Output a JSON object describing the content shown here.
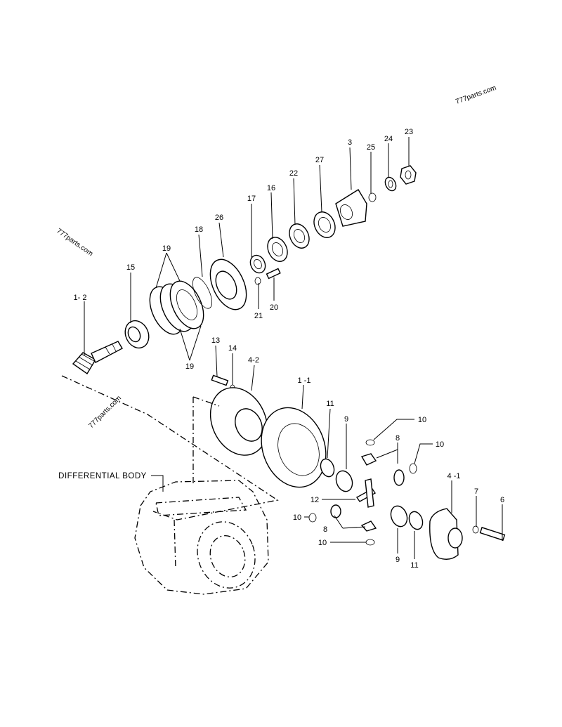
{
  "watermarks": [
    "777parts.com",
    "777parts.com",
    "777parts.com"
  ],
  "body_label": "DIFFERENTIAL BODY",
  "callouts": {
    "p1_2": "1- 2",
    "p15": "15",
    "p19a": "19",
    "p19b": "19",
    "p18": "18",
    "p26": "26",
    "p17": "17",
    "p16": "16",
    "p22": "22",
    "p27": "27",
    "p3": "3",
    "p25": "25",
    "p24": "24",
    "p23": "23",
    "p21": "21",
    "p20": "20",
    "p13": "13",
    "p14": "14",
    "p4_2": "4-2",
    "p1_1": "1 -1",
    "p11a": "11",
    "p9a": "9",
    "p10a": "10",
    "p8a": "8",
    "p10b": "10",
    "p4_1": "4 -1",
    "p7": "7",
    "p6": "6",
    "p12": "12",
    "p10c": "10",
    "p8b": "8",
    "p10d": "10",
    "p9b": "9",
    "p11b": "11"
  }
}
